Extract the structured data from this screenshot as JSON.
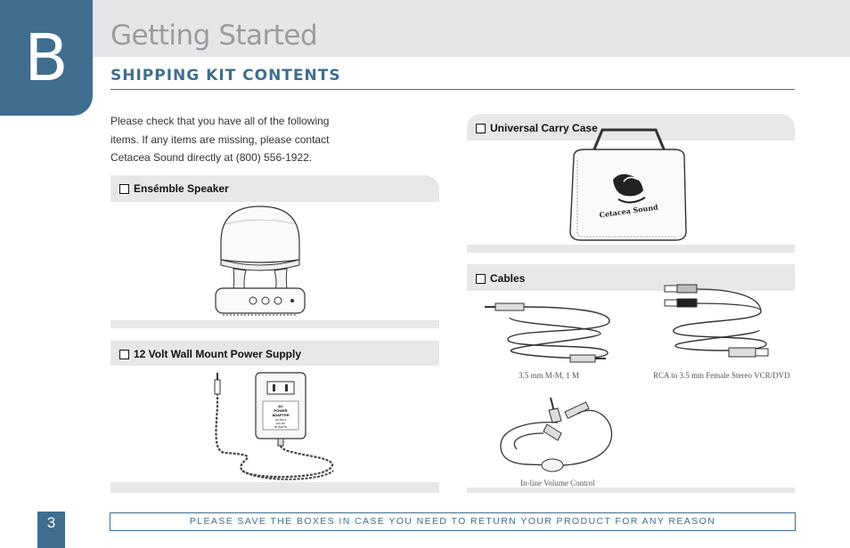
{
  "chapter": {
    "letter": "B",
    "title": "Getting Started"
  },
  "section": {
    "title": "SHIPPING KIT CONTENTS"
  },
  "intro": {
    "line1": "Please check that you have all of the following",
    "line2": "items. If any items are missing, please contact",
    "line3": "Cetacea Sound directly at (800) 556-1922."
  },
  "items": {
    "speaker": {
      "label": "Ensémble Speaker"
    },
    "power": {
      "label": "12 Volt Wall Mount Power Supply",
      "adapter_text": [
        "AC",
        "POWER",
        "ADAPTER",
        "OUTPUT",
        "12V DC",
        "30 WATTS"
      ]
    },
    "case": {
      "label": "Universal Carry Case",
      "logo_text": "Cetacea Sound"
    },
    "cables": {
      "label": "Cables",
      "captions": {
        "mm": "3.5 mm M-M, 1 M",
        "rca": "RCA to 3.5 mm Female Stereo VCR/DVD",
        "volume": "In-line Volume Control"
      }
    }
  },
  "footer": {
    "page_number": "3",
    "notice": "PLEASE SAVE THE BOXES IN CASE YOU NEED TO RETURN YOUR PRODUCT FOR ANY REASON"
  },
  "colors": {
    "accent": "#3f6e8e",
    "panel": "#e7e7e9",
    "title_gray": "#9a9ca1"
  }
}
